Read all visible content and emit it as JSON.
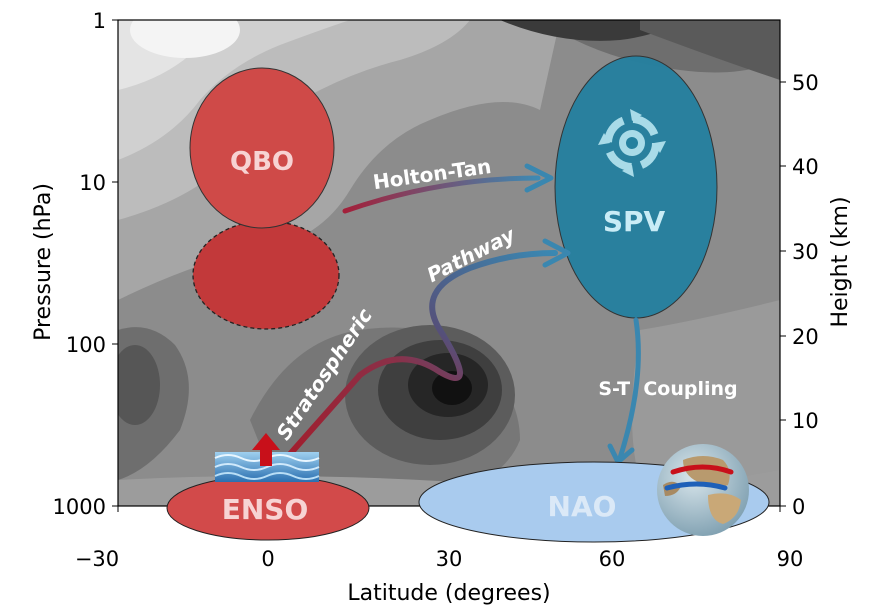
{
  "axes": {
    "x_title": "Latitude (degrees)",
    "y_left_title": "Pressure (hPa)",
    "y_right_title": "Height (km)",
    "x_ticks": [
      "−30",
      "0",
      "30",
      "60",
      "90"
    ],
    "y_left_ticks": [
      "1",
      "10",
      "100",
      "1000"
    ],
    "y_right_ticks": [
      "0",
      "10",
      "20",
      "30",
      "40",
      "50"
    ],
    "x_range": [
      -30,
      90
    ],
    "y_left_range_hpa": [
      1000,
      1
    ],
    "y_left_scale": "log",
    "y_right_range_km": [
      0,
      56
    ]
  },
  "labels": {
    "qbo": "QBO",
    "spv": "SPV",
    "enso": "ENSO",
    "nao": "NAO",
    "holton_tan": "Holton-Tan",
    "stratospheric": "Stratospheric",
    "pathway": "Pathway",
    "st_coupling": "S-T  Coupling"
  },
  "colors": {
    "red_region": "#c9403f",
    "red_region_light": "#dc5a58",
    "spv_fill": "#247f9e",
    "nao_fill": "#a9cbee",
    "arrow_blue": "#3a87b0",
    "arrow_red": "#a02030",
    "contour_light": "#f2f2f2",
    "contour_dark": "#1f1f1f"
  },
  "icons": [
    "vortex-icon",
    "ocean-wave-icon",
    "up-arrow-icon",
    "globe-icon"
  ]
}
